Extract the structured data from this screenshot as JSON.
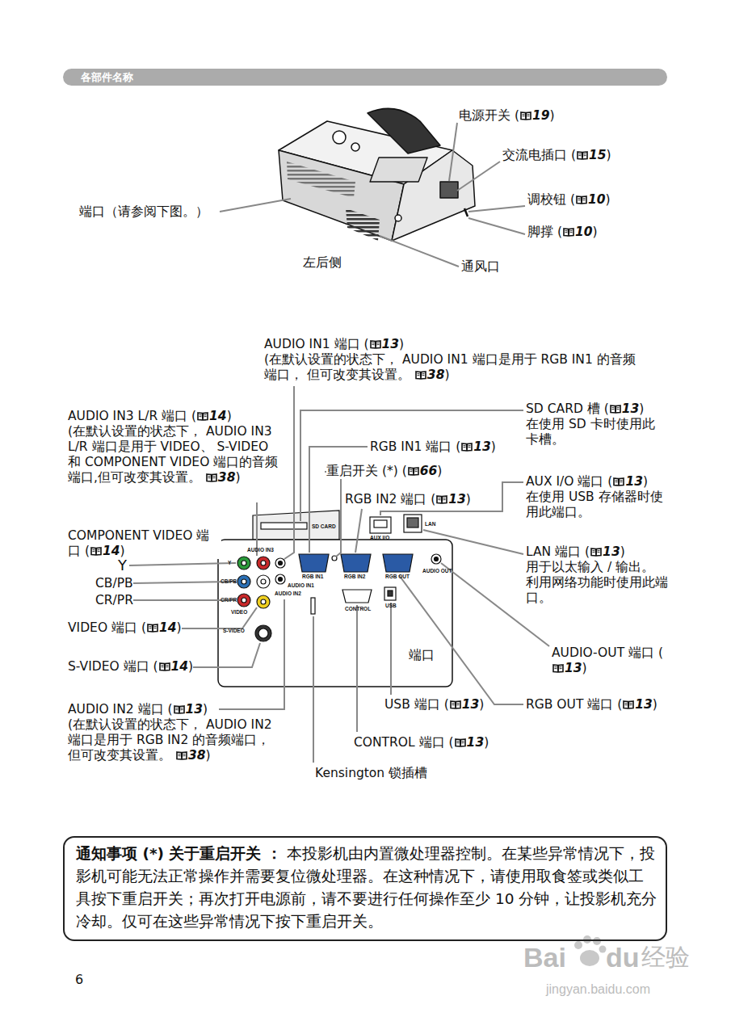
{
  "diagram": {
    "nodes": [
      {
        "text": [
          "各部件名称"
        ]
      },
      {
        "text": [
          "通知事项 (*) 关于重启开关 ：",
          "本投影机由内置微处理器控制。在某些异常情况下，投影机可能无法正常操作并需要复位微处理器。在这种情况下，请使用取食签或类似工具按下重启开关；再次打开电源前，请不要进行任何操作至少 10 分钟，让投影机充分冷却。仅可在这些异常情况下按下重启开关。"
        ]
      }
    ],
    "labels": [
      "电源开关 (19)",
      "交流电插口 (15)",
      "调校钮 (10)",
      "脚撑 (10)",
      "端口（请参阅下图。）",
      "左后侧",
      "通风口",
      "AUDIO IN1 端口 (13)",
      "(在默认设置的状态下， AUDIO IN1 端口是用于 RGB IN1 的音频端口， 但可改变其设置。 38)",
      "SD CARD 槽 (13)",
      "在使用 SD 卡时使用此卡槽。",
      "AUDIO IN3 L/R 端口 (14)",
      "(在默认设置的状态下， AUDIO IN3 L/R 端口是用于 VIDEO、 S-VIDEO 和 COMPONENT VIDEO 端口的音频端口,但可改变其设置。 38)",
      "RGB IN1 端口 (13)",
      "重启开关 (*) (66)",
      "AUX I/O 端口 (13)",
      "在使用 USB 存储器时使用此端口。",
      "RGB IN2 端口 (13)",
      "COMPONENT VIDEO 端口 (14)",
      "Y",
      "CB/PB",
      "CR/PR",
      "LAN 端口 (13)",
      "用于以太输入 / 输出。 利用网络功能时使用此端口。",
      "VIDEO 端口 (14)",
      "S-VIDEO 端口 (14)",
      "端口",
      "AUDIO-OUT 端口 (13)",
      "AUDIO IN2 端口 (13)",
      "(在默认设置的状态下， AUDIO IN2 端口是用于 RGB IN2 的音频端口， 但可改变其设置。 38)",
      "USB 端口 (13)",
      "RGB OUT 端口 (13)",
      "CONTROL 端口 (13)",
      "Kensington 锁插槽",
      "SD CARD",
      "AUX I/O",
      "LAN",
      "AUDIO IN3",
      "Y",
      "CB/PB",
      "CR/PR",
      "VIDEO",
      "S-VIDEO",
      "RGB IN1",
      "RGB IN2",
      "RGB OUT",
      "AUDIO OUT",
      "AUDIO IN1",
      "AUDIO IN2",
      "CONTROL",
      "USB",
      "6",
      "Bai",
      "du",
      "经验",
      "jingyan.baidu.com"
    ]
  }
}
